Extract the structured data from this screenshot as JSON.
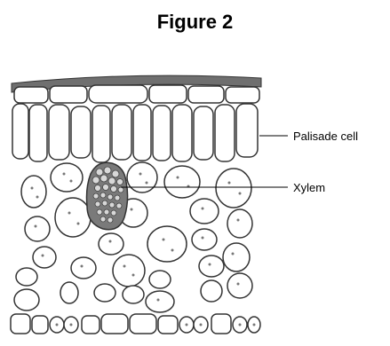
{
  "figure": {
    "title": "Figure 2",
    "labels": {
      "palisade": "Palisade cell",
      "xylem": "Xylem"
    }
  }
}
